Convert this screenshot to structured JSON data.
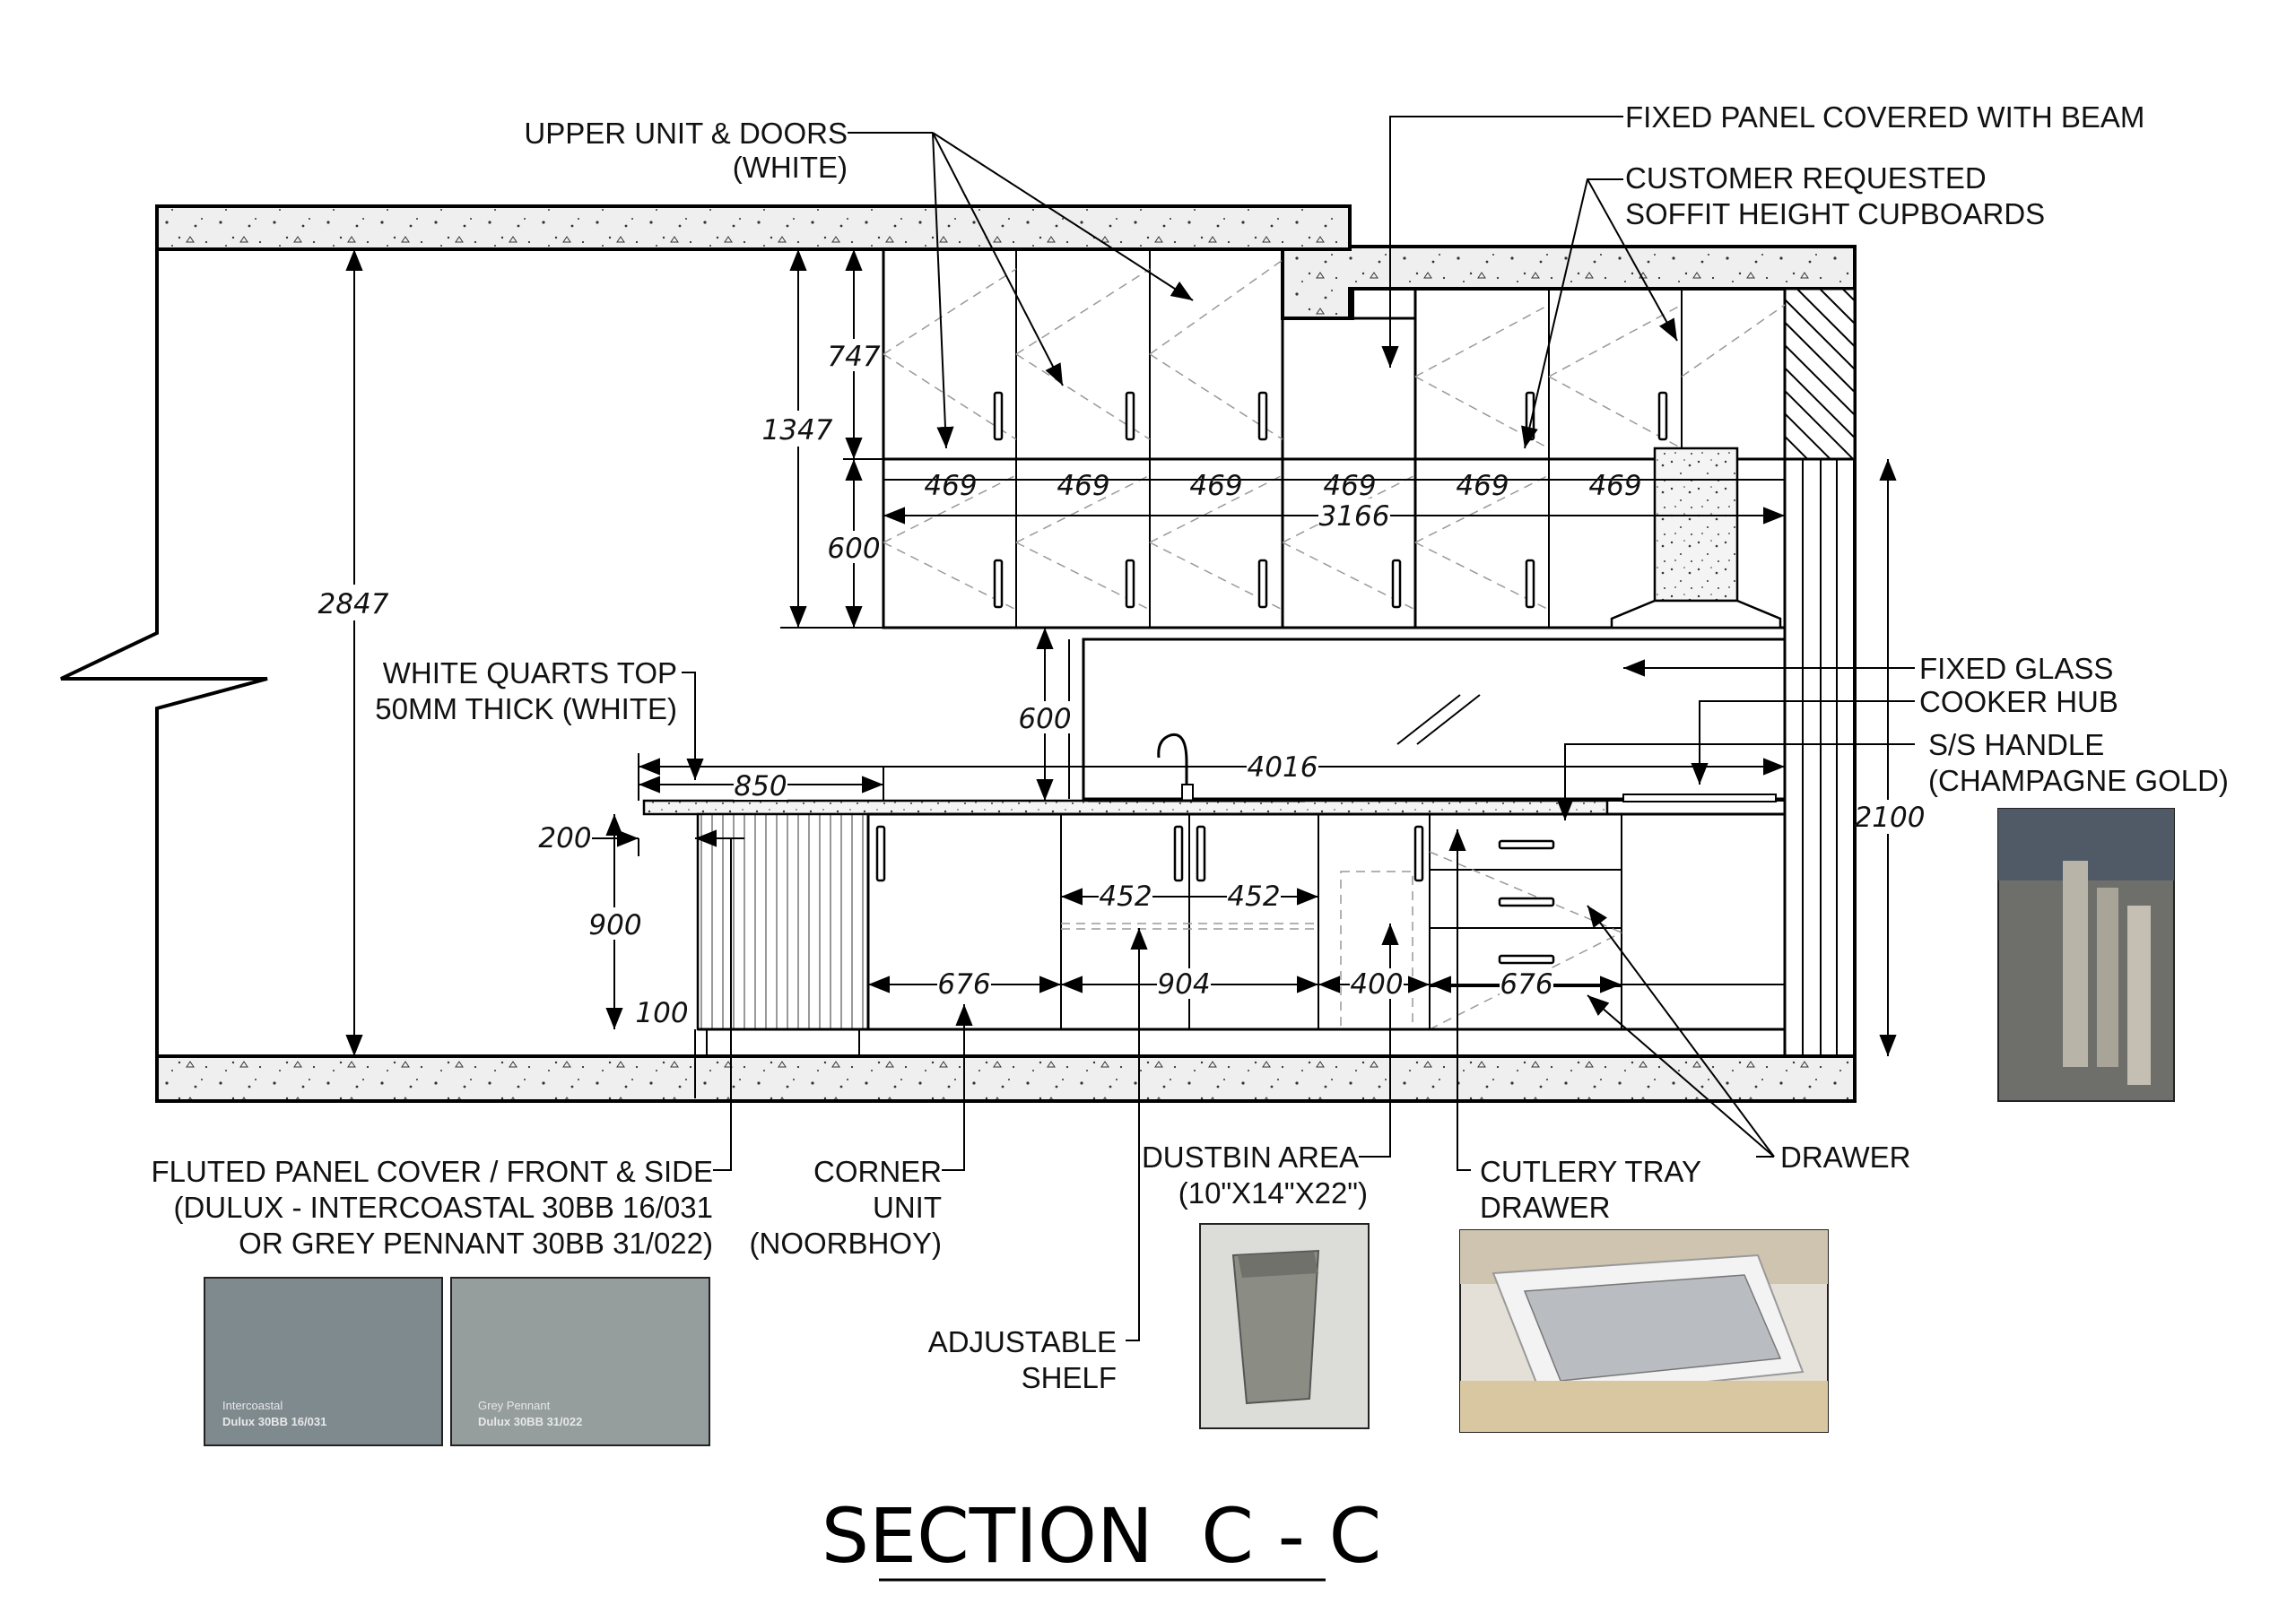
{
  "title": "SECTION  C - C",
  "labels": {
    "upper_unit": [
      "UPPER UNIT & DOORS",
      "(WHITE)"
    ],
    "fixed_panel": "FIXED PANEL COVERED WITH BEAM",
    "soffit_cupboards": [
      "CUSTOMER REQUESTED",
      "SOFFIT HEIGHT CUPBOARDS"
    ],
    "quarts_top": [
      "WHITE QUARTS TOP",
      "50MM THICK (WHITE)"
    ],
    "fixed_glass": "FIXED GLASS",
    "cooker_hub": "COOKER HUB",
    "ss_handle": [
      "S/S HANDLE",
      "(CHAMPAGNE GOLD)"
    ],
    "fluted_panel": [
      "FLUTED PANEL COVER / FRONT & SIDE",
      "(DULUX - INTERCOASTAL 30BB 16/031",
      "OR GREY PENNANT 30BB 31/022)"
    ],
    "corner_unit": [
      "CORNER",
      "UNIT",
      "(NOORBHOY)"
    ],
    "adjustable_shelf": [
      "ADJUSTABLE",
      "SHELF"
    ],
    "dustbin_area": [
      "DUSTBIN AREA",
      "(10\"X14\"X22\")"
    ],
    "cutlery_tray": [
      "CUTLERY TRAY",
      "DRAWER"
    ],
    "drawer": "DRAWER"
  },
  "dimensions": {
    "total_height": "2847",
    "upper_top": "747",
    "upper_total": "1347",
    "upper_bottom": "600",
    "upper_widths": [
      "469",
      "469",
      "469",
      "469",
      "469",
      "469"
    ],
    "upper_run": "3166",
    "backsplash": "600",
    "counter_run": "4016",
    "counter_left": "850",
    "plinth_top": "200",
    "base_height": "900",
    "plinth": "100",
    "sink_left": "452",
    "sink_right": "452",
    "base_widths": [
      "676",
      "904",
      "400",
      "676"
    ],
    "tall_height": "2100"
  },
  "swatches": [
    {
      "name": "Intercoastal",
      "code": "Dulux 30BB 16/031",
      "color": "#7f8a8f"
    },
    {
      "name": "Grey Pennant",
      "code": "Dulux 30BB 31/022",
      "color": "#959d9d"
    }
  ],
  "colors": {
    "line": "#000000",
    "slab": "#ececec",
    "photo_grey": "#8a8c88"
  }
}
